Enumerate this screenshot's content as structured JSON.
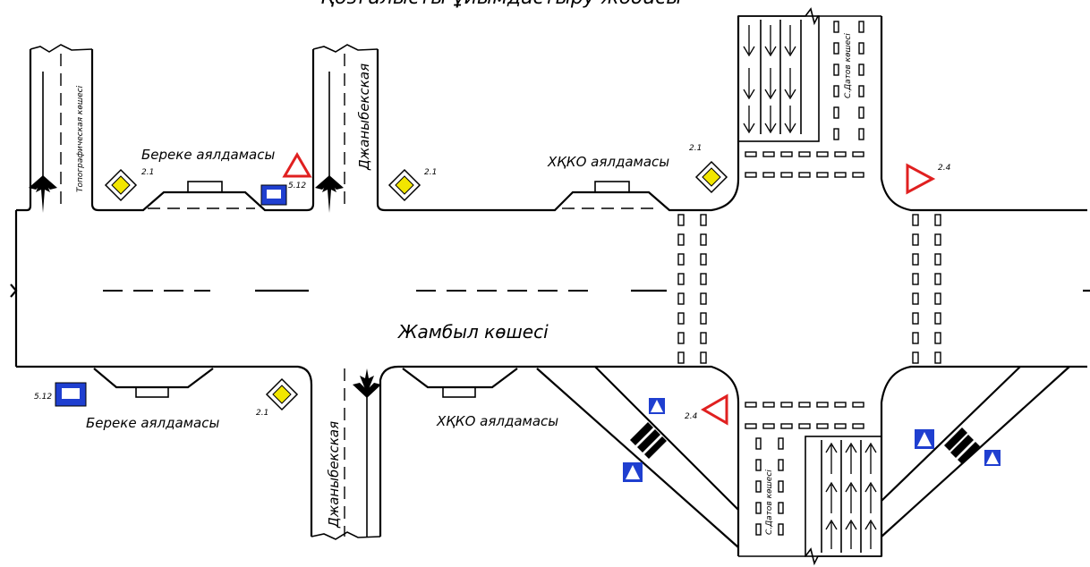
{
  "diagram": {
    "title": "Қозғалысты ұйымдастыру жобасы",
    "labels": {
      "main_street": "Жамбыл көшесі",
      "stop_bereke_top": "Береке аялдамасы",
      "stop_hkko_top": "ХҚКО аялдамасы",
      "stop_bereke_bottom": "Береке аялдамасы",
      "stop_hkko_bottom": "ХҚКО аялдамасы",
      "street_dzhanybekov_top": "Джаныбекская",
      "street_dzhanybekov_bottom": "Джаныбекская",
      "street_topographic": "Топографическая көшесі",
      "street_batyr_top": "С.Датов көшесі",
      "street_batyr_bottom": "С.Датов көшесі"
    },
    "sign_codes": {
      "main_road_1": "2.1",
      "main_road_2": "2.1",
      "main_road_3": "2.1",
      "main_road_4": "2.1",
      "bus_stop_top": "5.12",
      "bus_stop_bottom": "5.12",
      "give_way_right": "2.4",
      "give_way_bottom": "2.4"
    },
    "colors": {
      "line": "#000000",
      "sign_blue": "#1f3fd0",
      "main_road_yellow": "#f2e600",
      "give_way_red": "#e02020"
    }
  }
}
